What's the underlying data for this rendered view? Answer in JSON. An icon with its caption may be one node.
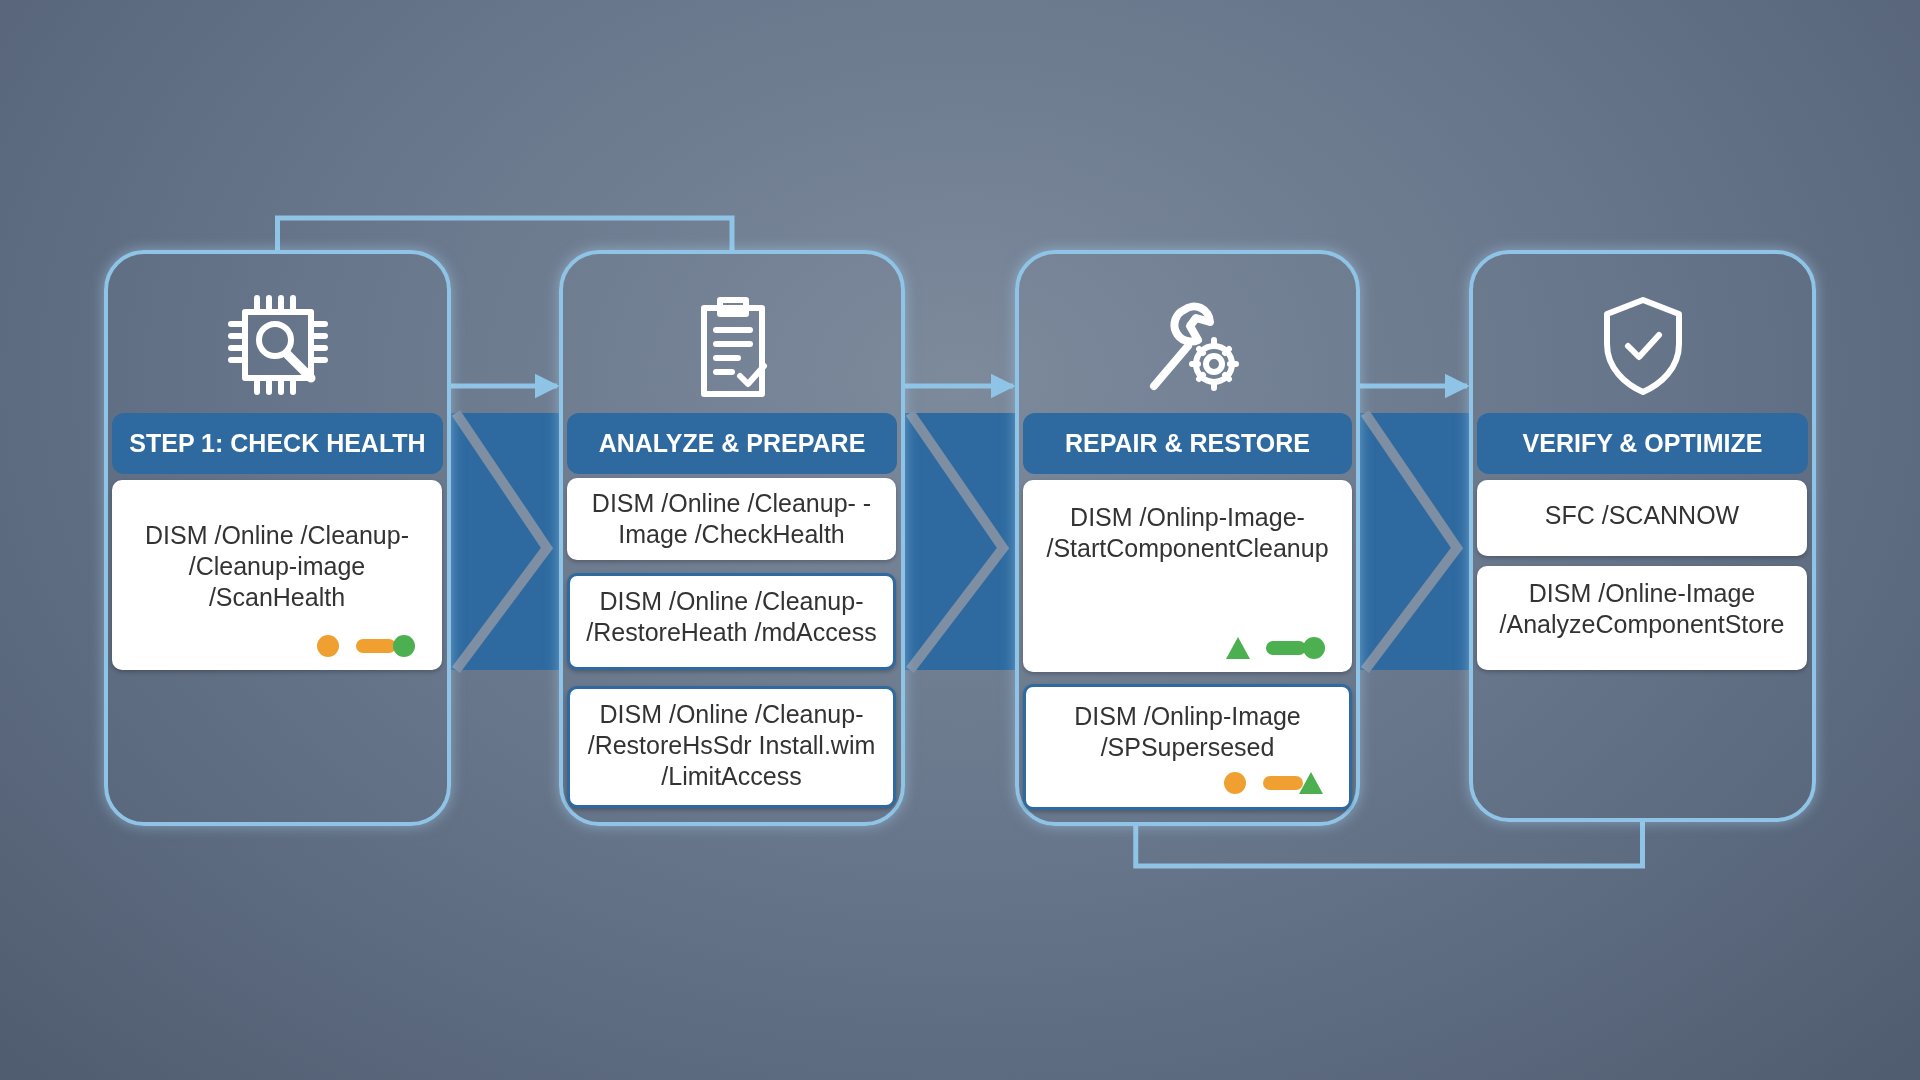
{
  "diagram": {
    "nodes": [
      {
        "text": [
          "STEP 1: CHECK HEALTH"
        ]
      },
      {
        "text": [
          "ANALYZE & PREPARE"
        ]
      },
      {
        "text": [
          "REPAIR & RESTORE"
        ]
      },
      {
        "text": [
          "VERIFY & OPTIMIZE"
        ]
      },
      {
        "text": [
          "DISM /Online /Cleanup- /Cleanup-image /ScanHealth"
        ],
        "in": 0
      },
      {
        "text": [
          "DISM /Online /Cleanup- -Image /CheckHealth"
        ],
        "in": 1
      },
      {
        "text": [
          "DISM /Online /Cleanup- /RestoreHeath /mdAccess"
        ],
        "in": 1
      },
      {
        "text": [
          "DISM /Online /Cleanup- /RestoreHsSdr Install.wim /LimitAccess"
        ],
        "in": 1
      },
      {
        "text": [
          "DISM /Onlinp-Image- /StartComponentCleanup"
        ],
        "in": 2
      },
      {
        "text": [
          "DISM /Onlinp-Image /SPSupersesed"
        ],
        "in": 2
      },
      {
        "text": [
          "SFC /SCANNOW"
        ],
        "in": 3
      },
      {
        "text": [
          "DISM /Online-Image /AnalyzeComponentStore"
        ],
        "in": 3
      }
    ],
    "edges": [
      {
        "from": 0,
        "to": 1,
        "arrow": "to"
      },
      {
        "from": 1,
        "to": 2,
        "arrow": "to"
      },
      {
        "from": 2,
        "to": 3,
        "arrow": "to"
      },
      {
        "from": 0,
        "to": 1,
        "arrow": "none"
      },
      {
        "from": 2,
        "to": 3,
        "arrow": "none"
      }
    ]
  }
}
